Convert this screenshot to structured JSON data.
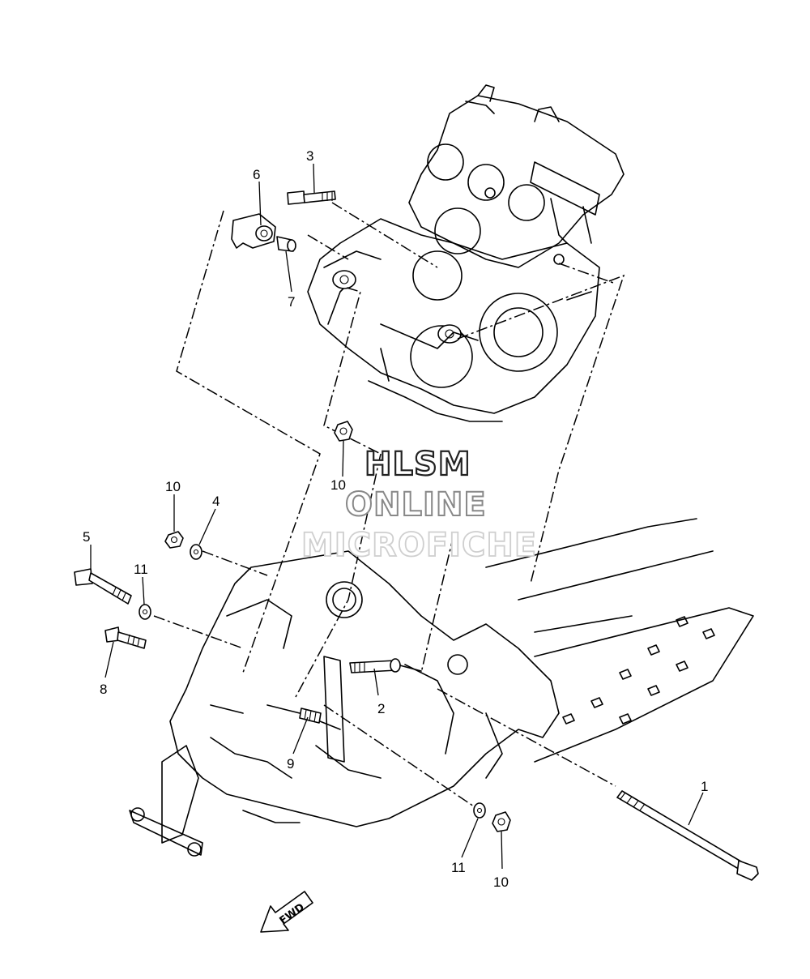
{
  "callouts": [
    {
      "id": "c1",
      "label": "1"
    },
    {
      "id": "c2",
      "label": "2"
    },
    {
      "id": "c3",
      "label": "3"
    },
    {
      "id": "c4",
      "label": "4"
    },
    {
      "id": "c5",
      "label": "5"
    },
    {
      "id": "c6",
      "label": "6"
    },
    {
      "id": "c7",
      "label": "7"
    },
    {
      "id": "c8",
      "label": "8"
    },
    {
      "id": "c9",
      "label": "9"
    },
    {
      "id": "c10a",
      "label": "10"
    },
    {
      "id": "c10b",
      "label": "10"
    },
    {
      "id": "c10c",
      "label": "10"
    },
    {
      "id": "c11a",
      "label": "11"
    },
    {
      "id": "c11b",
      "label": "11"
    }
  ],
  "watermark": {
    "line1": "HLSM",
    "line2": "ONLINE",
    "line3": "MICROFICHE"
  },
  "fwd_label": "FWD"
}
